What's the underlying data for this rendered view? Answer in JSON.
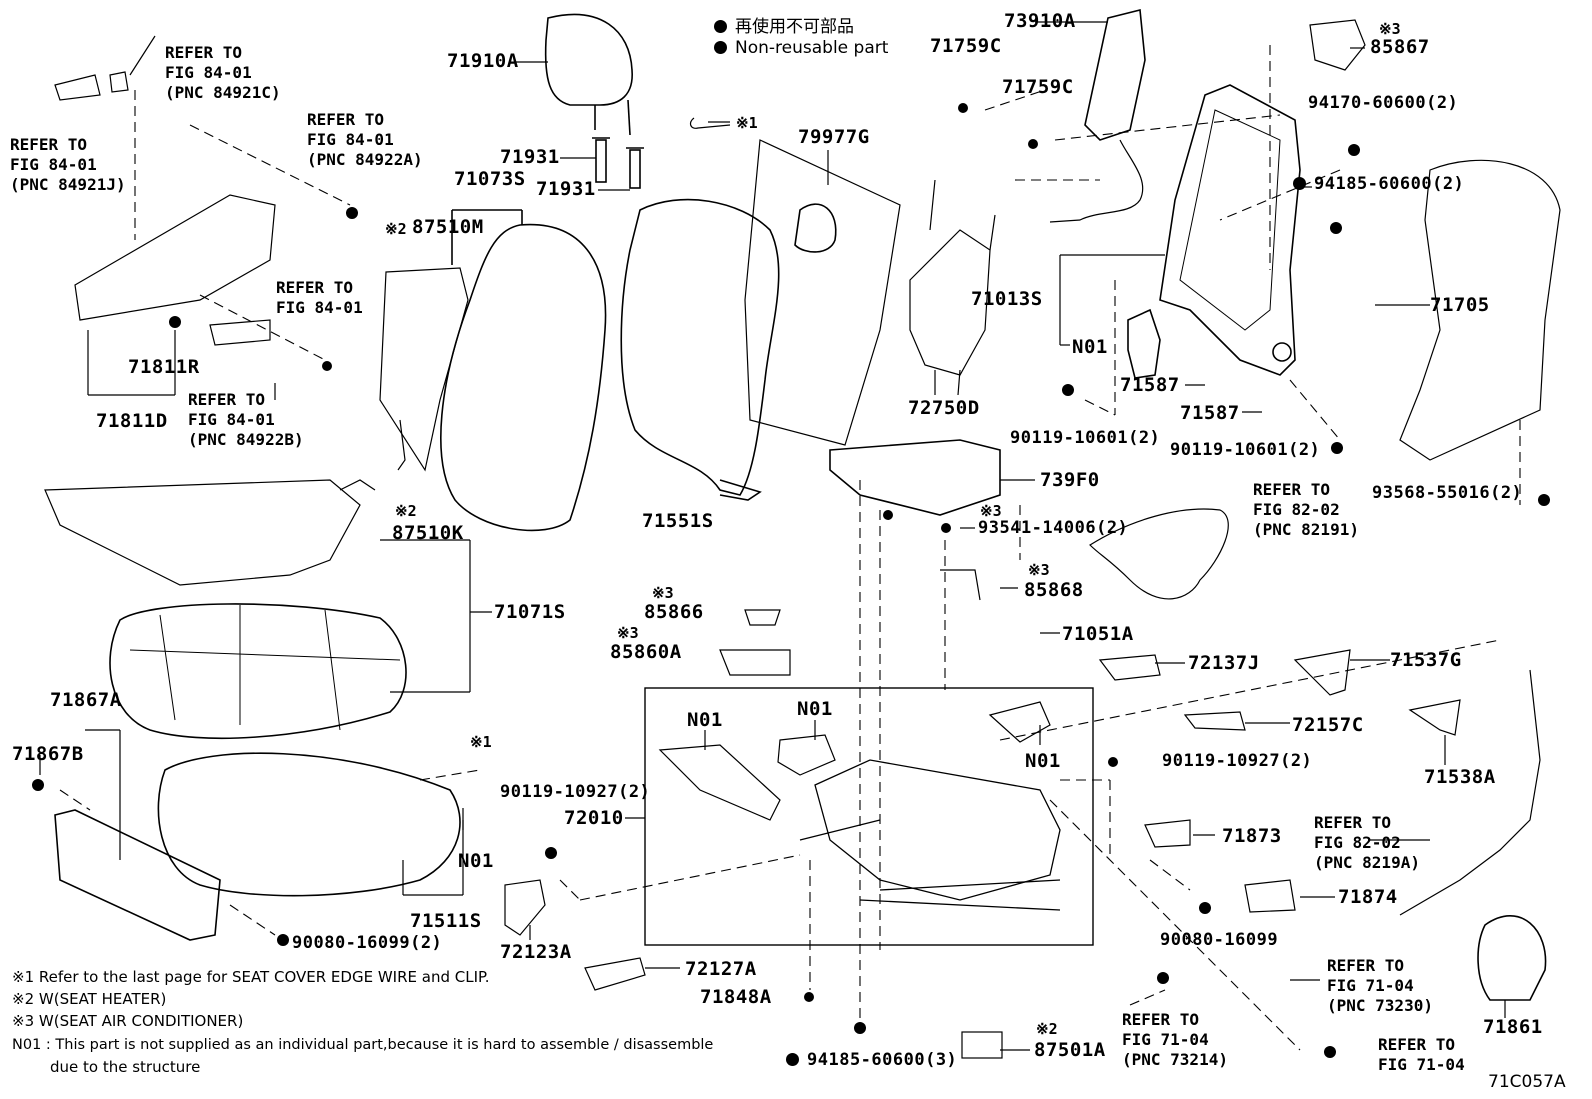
{
  "legend": {
    "line1": "再使用不可部品",
    "line2": "Non-reusable part"
  },
  "markers": {
    "x1": "※1",
    "x2": "※2",
    "x3": "※3"
  },
  "parts": {
    "p71910A": "71910A",
    "p71931a": "71931",
    "p71931b": "71931",
    "p71073S": "71073S",
    "p87510M": "87510M",
    "p79977G": "79977G",
    "p71759Ca": "71759C",
    "p71759Cb": "71759C",
    "p73910A": "73910A",
    "p85867": "85867",
    "p94170": "94170-60600(2)",
    "p94185a": "94185-60600(2)",
    "p71013S": "71013S",
    "pN01a": "N01",
    "p71587a": "71587",
    "p71587b": "71587",
    "p72750D": "72750D",
    "p90119a": "90119-10601(2)",
    "p90119b": "90119-10601(2)",
    "p71705": "71705",
    "p93568": "93568-55016(2)",
    "p739F0": "739F0",
    "p93541": "93541-14006(2)",
    "p85868": "85868",
    "p71051A": "71051A",
    "p71551S": "71551S",
    "p71811R": "71811R",
    "p71811D": "71811D",
    "p87510K": "87510K",
    "p71071S": "71071S",
    "p85866": "85866",
    "p85860A": "85860A",
    "p72137J": "72137J",
    "p71537G": "71537G",
    "p72157C": "72157C",
    "p71538A": "71538A",
    "p71867A": "71867A",
    "p71867B": "71867B",
    "pN01b": "N01",
    "pN01c": "N01",
    "pN01d": "N01",
    "pN01e": "N01",
    "p90119c": "90119-10927(2)",
    "p90119d": "90119-10927(2)",
    "p72010": "72010",
    "p71873": "71873",
    "p71874": "71874",
    "p71511S": "71511S",
    "p90080a": "90080-16099(2)",
    "p72123A": "72123A",
    "p72127A": "72127A",
    "p71848A": "71848A",
    "p90080b": "90080-16099",
    "p94185b": "94185-60600(3)",
    "p87501A": "87501A",
    "p71861": "71861"
  },
  "refs": {
    "r1": "REFER TO\nFIG 84-01\n(PNC 84921C)",
    "r2": "REFER TO\nFIG 84-01\n(PNC 84921J)",
    "r3": "REFER TO\nFIG 84-01\n(PNC 84922A)",
    "r4": "REFER TO\nFIG 84-01",
    "r5": "REFER TO\nFIG 84-01\n(PNC 84922B)",
    "r6": "REFER TO\nFIG 82-02\n(PNC 82191)",
    "r7": "REFER TO\nFIG 82-02\n(PNC 8219A)",
    "r8": "REFER TO\nFIG 71-04\n(PNC 73230)",
    "r9": "REFER TO\nFIG 71-04\n(PNC 73214)",
    "r10": "REFER TO\nFIG 71-04"
  },
  "notes": {
    "n1": "※1  Refer to the last page for SEAT COVER EDGE WIRE and CLIP.",
    "n2": "※2  W(SEAT HEATER)",
    "n3": "※3  W(SEAT AIR CONDITIONER)",
    "n4": "N01 : This part is not supplied as an individual part,because it is hard to assemble / disassemble",
    "n5": "due to the structure"
  },
  "diagram_code": "71C057A"
}
